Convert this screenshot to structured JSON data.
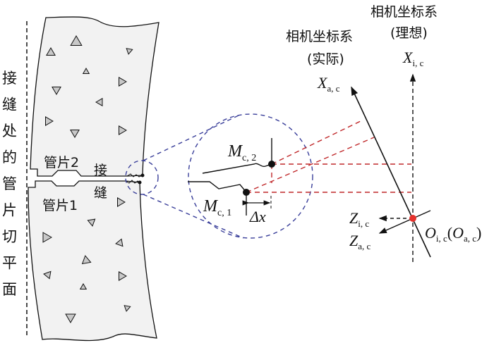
{
  "left_label": [
    "接",
    "缝",
    "处",
    "的",
    "管",
    "片",
    "切",
    "平",
    "面"
  ],
  "segment2": "管片2",
  "segment1": "管片1",
  "joint": [
    "接",
    "缝"
  ],
  "mc2": {
    "main": "M",
    "sub": "c, 2"
  },
  "mc1": {
    "main": "M",
    "sub": "c, 1"
  },
  "delta_x": "Δx",
  "ideal_title": "相机坐标系",
  "ideal_note": "(理想)",
  "actual_title": "相机坐标系",
  "actual_note": "(实际)",
  "xic": {
    "main": "X",
    "sub": "i, c"
  },
  "xac": {
    "main": "X",
    "sub": "a, c"
  },
  "zic": {
    "main": "Z",
    "sub": "i, c"
  },
  "zac": {
    "main": "Z",
    "sub": "a, c"
  },
  "origin": {
    "main": "O",
    "sub": "i, c",
    "paren_open": "(",
    "main2": "O",
    "sub2": "a, c",
    "paren_close": ")"
  },
  "colors": {
    "blue": "#3a3f9a",
    "red": "#c0282a",
    "fill": "#f2f2f2",
    "tri": "#c8c8c8",
    "dot": "#e5322d"
  }
}
